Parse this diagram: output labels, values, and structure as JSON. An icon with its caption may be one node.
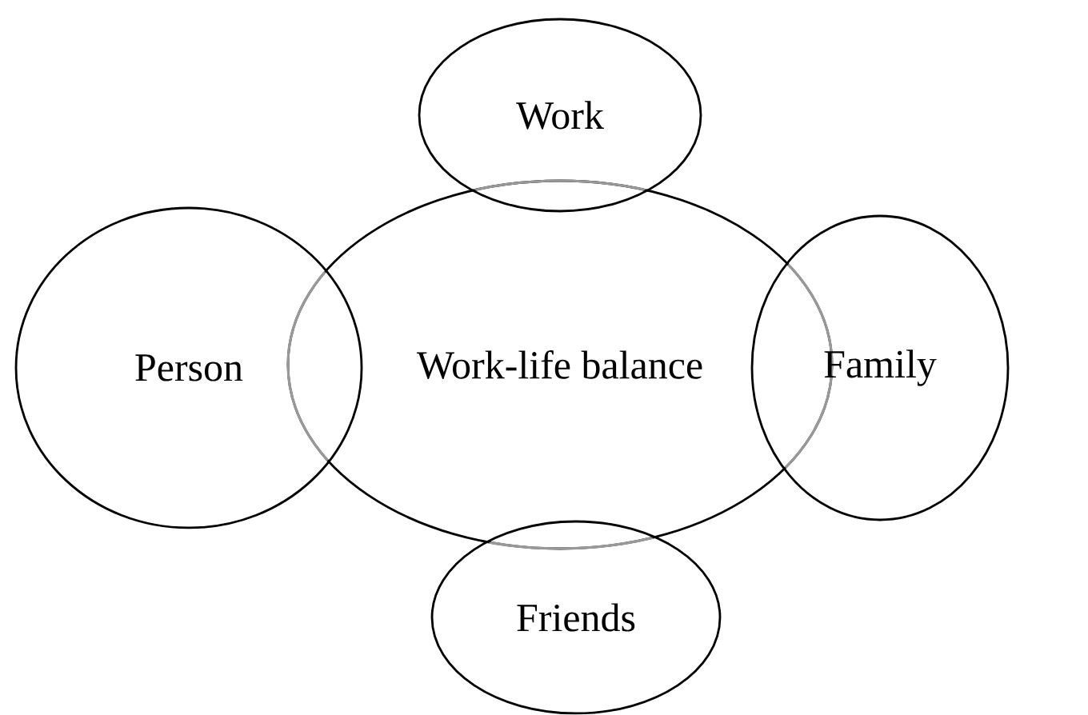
{
  "diagram": {
    "nodes": [
      {
        "text": [
          "Work-life balance"
        ]
      },
      {
        "text": [
          "Work"
        ]
      },
      {
        "text": [
          "Person"
        ]
      },
      {
        "text": [
          "Family"
        ]
      },
      {
        "text": [
          "Friends"
        ]
      }
    ]
  }
}
